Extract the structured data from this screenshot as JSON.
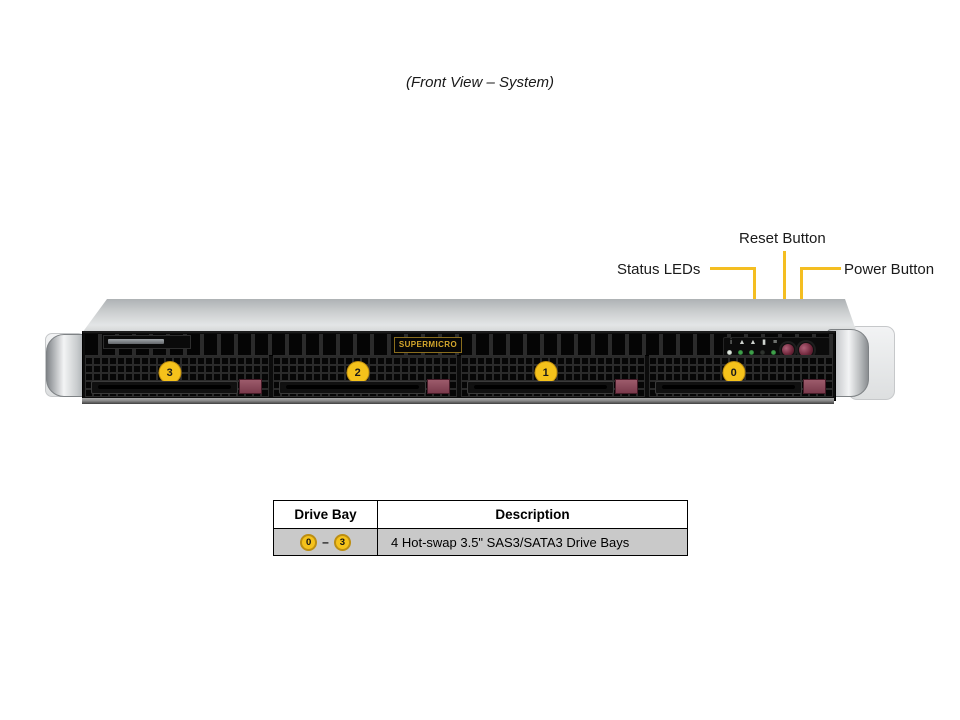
{
  "title": "(Front View – System)",
  "callouts": {
    "status_leds": "Status LEDs",
    "reset_button": "Reset Button",
    "power_button": "Power Button"
  },
  "server": {
    "brand_logo": "SUPERMICRO",
    "bay_labels": [
      "3",
      "2",
      "1",
      "0"
    ],
    "control_panel": {
      "icon_names": [
        "info-icon",
        "power-fail-icon",
        "overheat-icon",
        "hdd-activity-icon",
        "nic-activity-icon"
      ],
      "icon_glyphs": [
        "i",
        "▲",
        "▲",
        "▮",
        "≡"
      ],
      "led_colors": [
        "#dfe8df",
        "#3fa24b",
        "#3fa24b",
        "#2e332e",
        "#3fa24b"
      ]
    }
  },
  "colors": {
    "callout_yellow": "#F4BE21",
    "badge_fill": "#F5C21B",
    "badge_border": "#BC8E12",
    "table_row_bg": "#C9C9C9"
  },
  "table": {
    "headers": [
      "Drive Bay",
      "Description"
    ],
    "row": {
      "bay_from": "0",
      "separator": "–",
      "bay_to": "3",
      "description": "4 Hot-swap 3.5\" SAS3/SATA3 Drive Bays"
    }
  }
}
